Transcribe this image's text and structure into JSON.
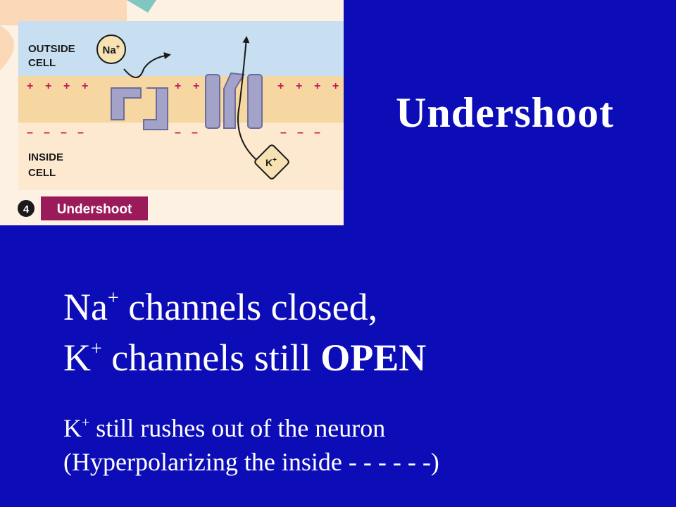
{
  "diagram": {
    "outside_label_line1": "OUTSIDE",
    "outside_label_line2": "CELL",
    "inside_label_line1": "INSIDE",
    "inside_label_line2": "CELL",
    "na_ion": "Na",
    "na_charge": "+",
    "k_ion": "K",
    "k_charge": "+",
    "stage_number": "4",
    "stage_label": "Undershoot",
    "plus_sign": "+",
    "minus_sign": "–",
    "colors": {
      "outside": "#c7dff0",
      "inside": "#fde9cf",
      "membrane": "#f7d7a1",
      "channel": "#a3a3c9",
      "ion": "#f6e2b3",
      "label_badge": "#9b1b5a",
      "charge": "#c2185b"
    }
  },
  "slide": {
    "title": "Undershoot",
    "line1_prefix": "Na",
    "line1_sup": "+",
    "line1_suffix": " channels closed,",
    "line2_prefix": "K",
    "line2_sup": "+",
    "line2_middle": " channels still ",
    "line2_bold": "OPEN",
    "line3_prefix": "K",
    "line3_sup": "+",
    "line3_suffix": " still rushes out of the neuron",
    "line4": "(Hyperpolarizing the inside - - - - - -)"
  }
}
